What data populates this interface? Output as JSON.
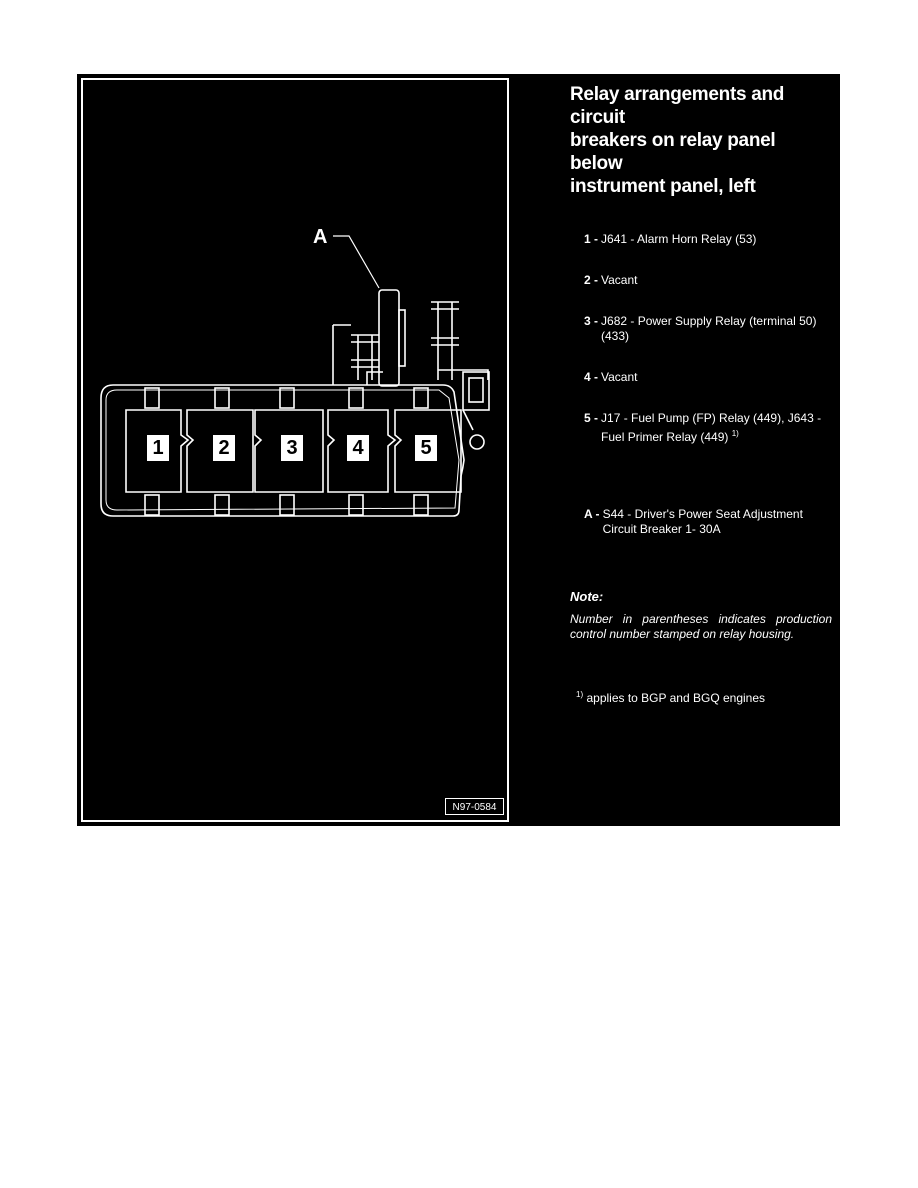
{
  "diagram": {
    "callout_label": "A",
    "code": "N97-0584",
    "relays": [
      "1",
      "2",
      "3",
      "4",
      "5"
    ]
  },
  "legend": {
    "title_lines": [
      "Relay arrangements and circuit",
      "breakers on relay panel below",
      "instrument panel, left"
    ],
    "items": [
      {
        "num": "1 -",
        "text": "J641 - Alarm Horn Relay (53)",
        "sup": ""
      },
      {
        "num": "2 -",
        "text": "Vacant",
        "sup": ""
      },
      {
        "num": "3 -",
        "text": "J682 - Power Supply Relay (terminal 50) (433)",
        "sup": ""
      },
      {
        "num": "4 -",
        "text": "Vacant",
        "sup": ""
      },
      {
        "num": "5 -",
        "text": "J17 - Fuel Pump (FP) Relay (449), J643 - Fuel Primer Relay (449)",
        "sup": "1)"
      },
      {
        "num": "A -",
        "text": "S44 - Driver's Power Seat Adjustment Circuit Breaker 1- 30A",
        "sup": ""
      }
    ],
    "note_title": "Note:",
    "note_text": "Number in parentheses indicates production control number stamped on relay housing.",
    "footnote_sup": "1)",
    "footnote_text": "applies to BGP and BGQ engines"
  }
}
